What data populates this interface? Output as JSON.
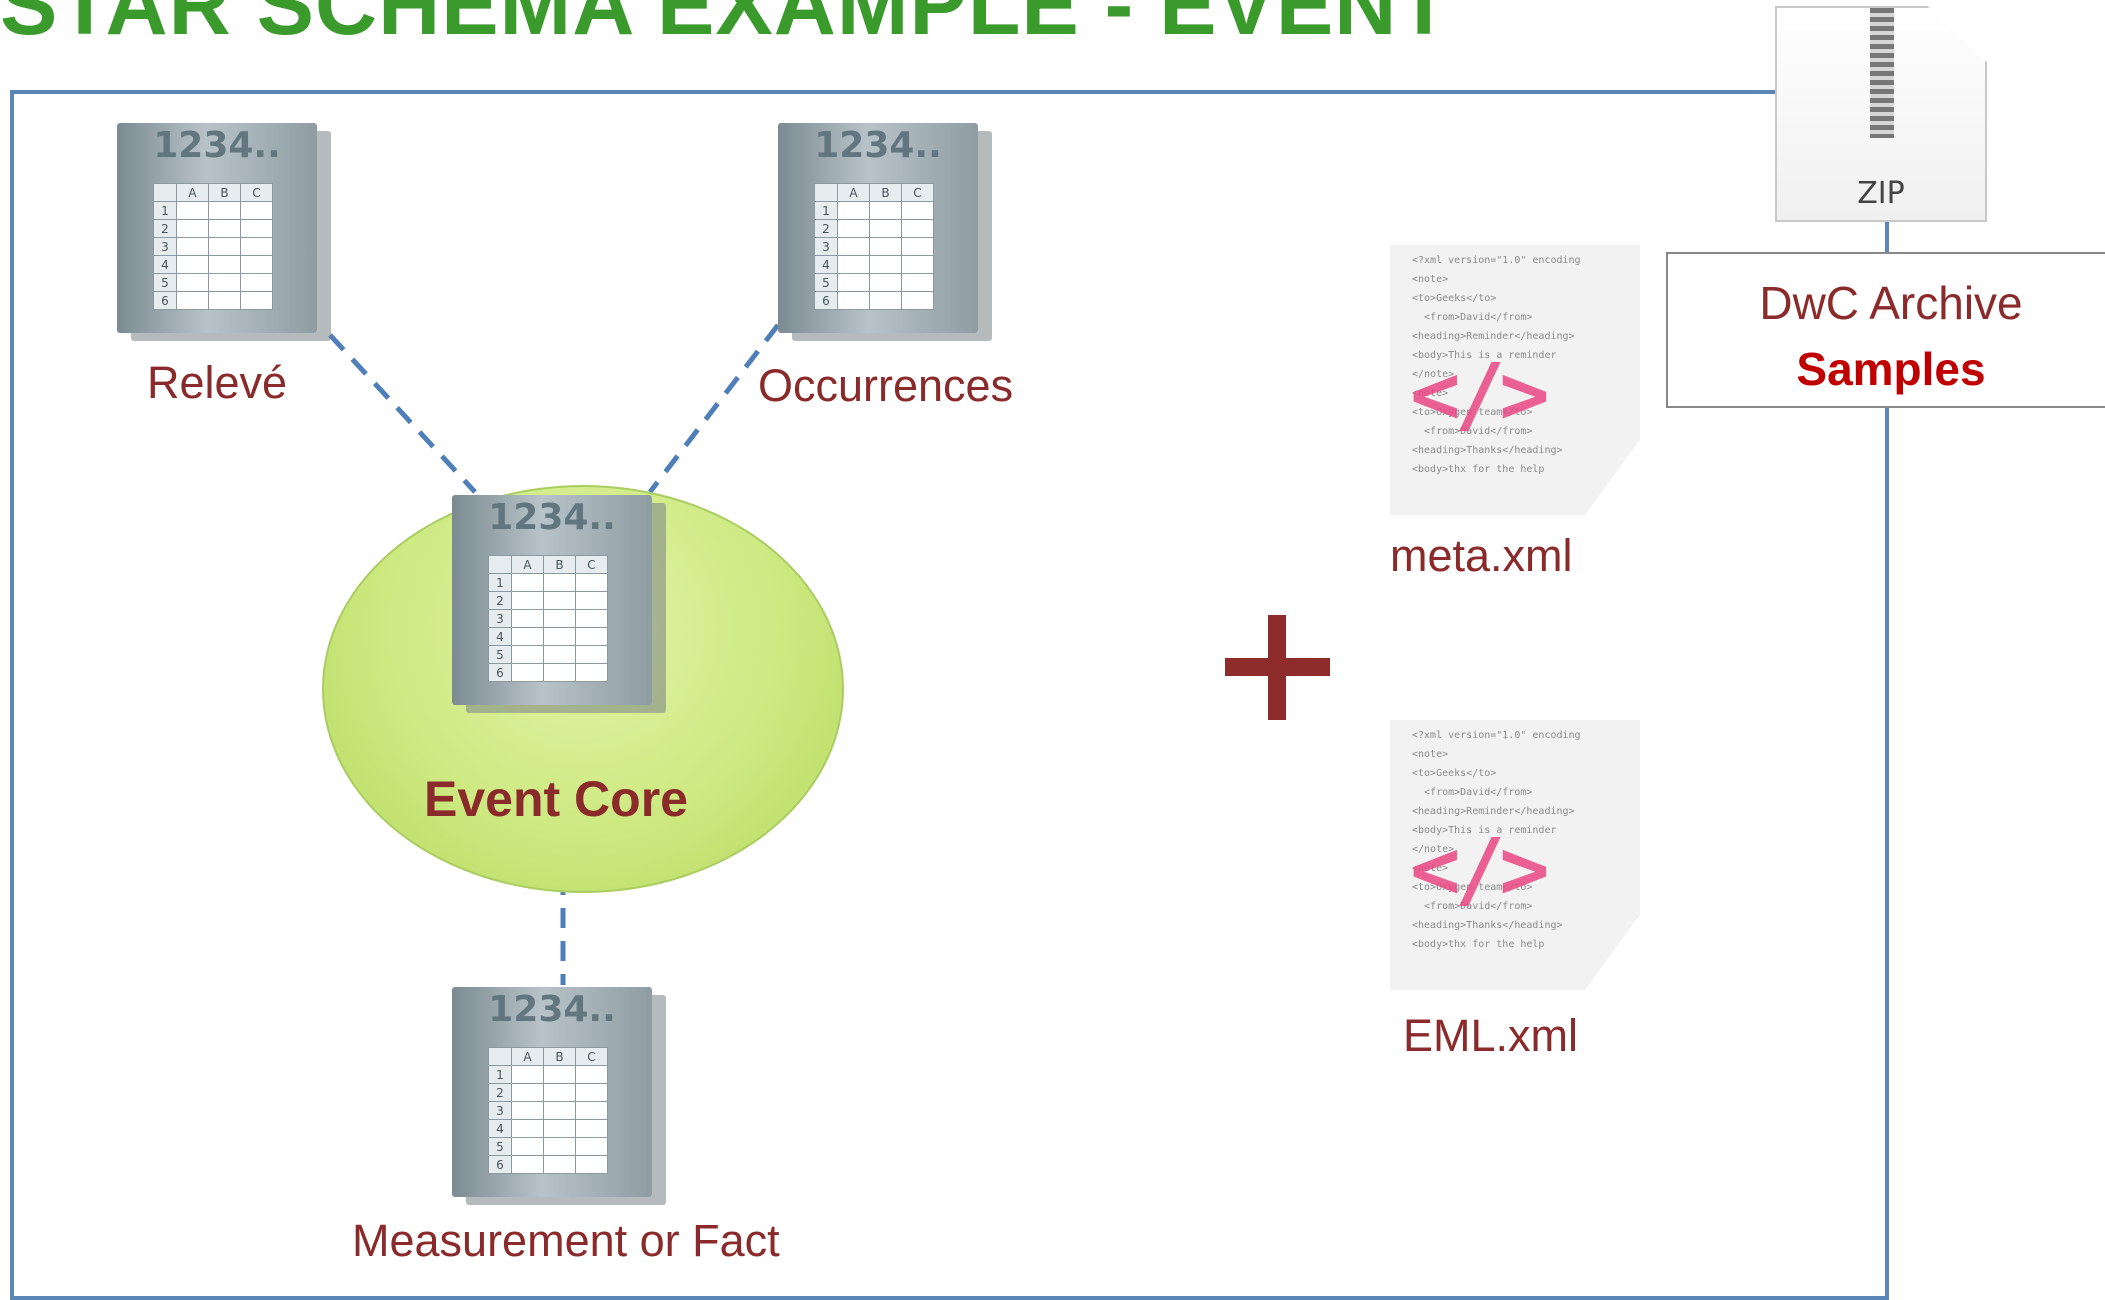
{
  "title": "STAR SCHEMA EXAMPLE - EVENT",
  "table_icon_text": "1234..",
  "table_columns": [
    "A",
    "B",
    "C"
  ],
  "table_rows": [
    "1",
    "2",
    "3",
    "4",
    "5",
    "6"
  ],
  "tables": {
    "releve": "Relevé",
    "occurrences": "Occurrences",
    "core": "Event Core",
    "measurement": "Measurement or Fact"
  },
  "files": {
    "meta": "meta.xml",
    "eml": "EML.xml"
  },
  "zip_label": "ZIP",
  "archive": {
    "line1": "DwC Archive",
    "line2": "Samples"
  },
  "colors": {
    "title": "#3a9a2c",
    "label": "#8b2a2a",
    "highlight": "#c00000",
    "connector": "#4f7fb8",
    "frame": "#5b87b8"
  },
  "icons": [
    "table-icon",
    "xml-file-icon",
    "zip-file-icon",
    "plus-icon"
  ]
}
